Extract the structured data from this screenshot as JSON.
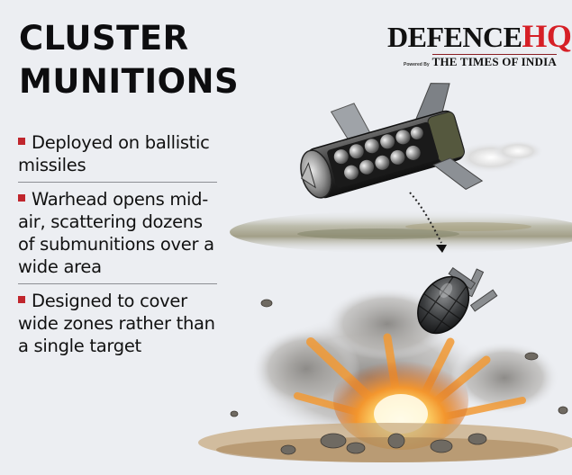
{
  "header": {
    "title_line1": "CLUSTER",
    "title_line2": "MUNITIONS"
  },
  "logo": {
    "brand_main": "DEFENCE",
    "brand_accent": "HQ",
    "powered_by": "Powered By",
    "partner": "THE TIMES OF INDIA",
    "accent_color": "#d61f26"
  },
  "bullets": [
    {
      "text": "Deployed on ballistic missiles"
    },
    {
      "text": "Warhead opens mid-air, scattering dozens of submunitions over a wide area"
    },
    {
      "text": "Designed to cover wide zones rather than a single target"
    }
  ],
  "bullet_color": "#c0262d",
  "illustration": {
    "missile": "ballistic-missile-cutaway-icon",
    "submunition": "submunition-bomblet-icon",
    "explosion": "ground-explosion-icon",
    "trajectory": "dotted-arrow-icon"
  }
}
